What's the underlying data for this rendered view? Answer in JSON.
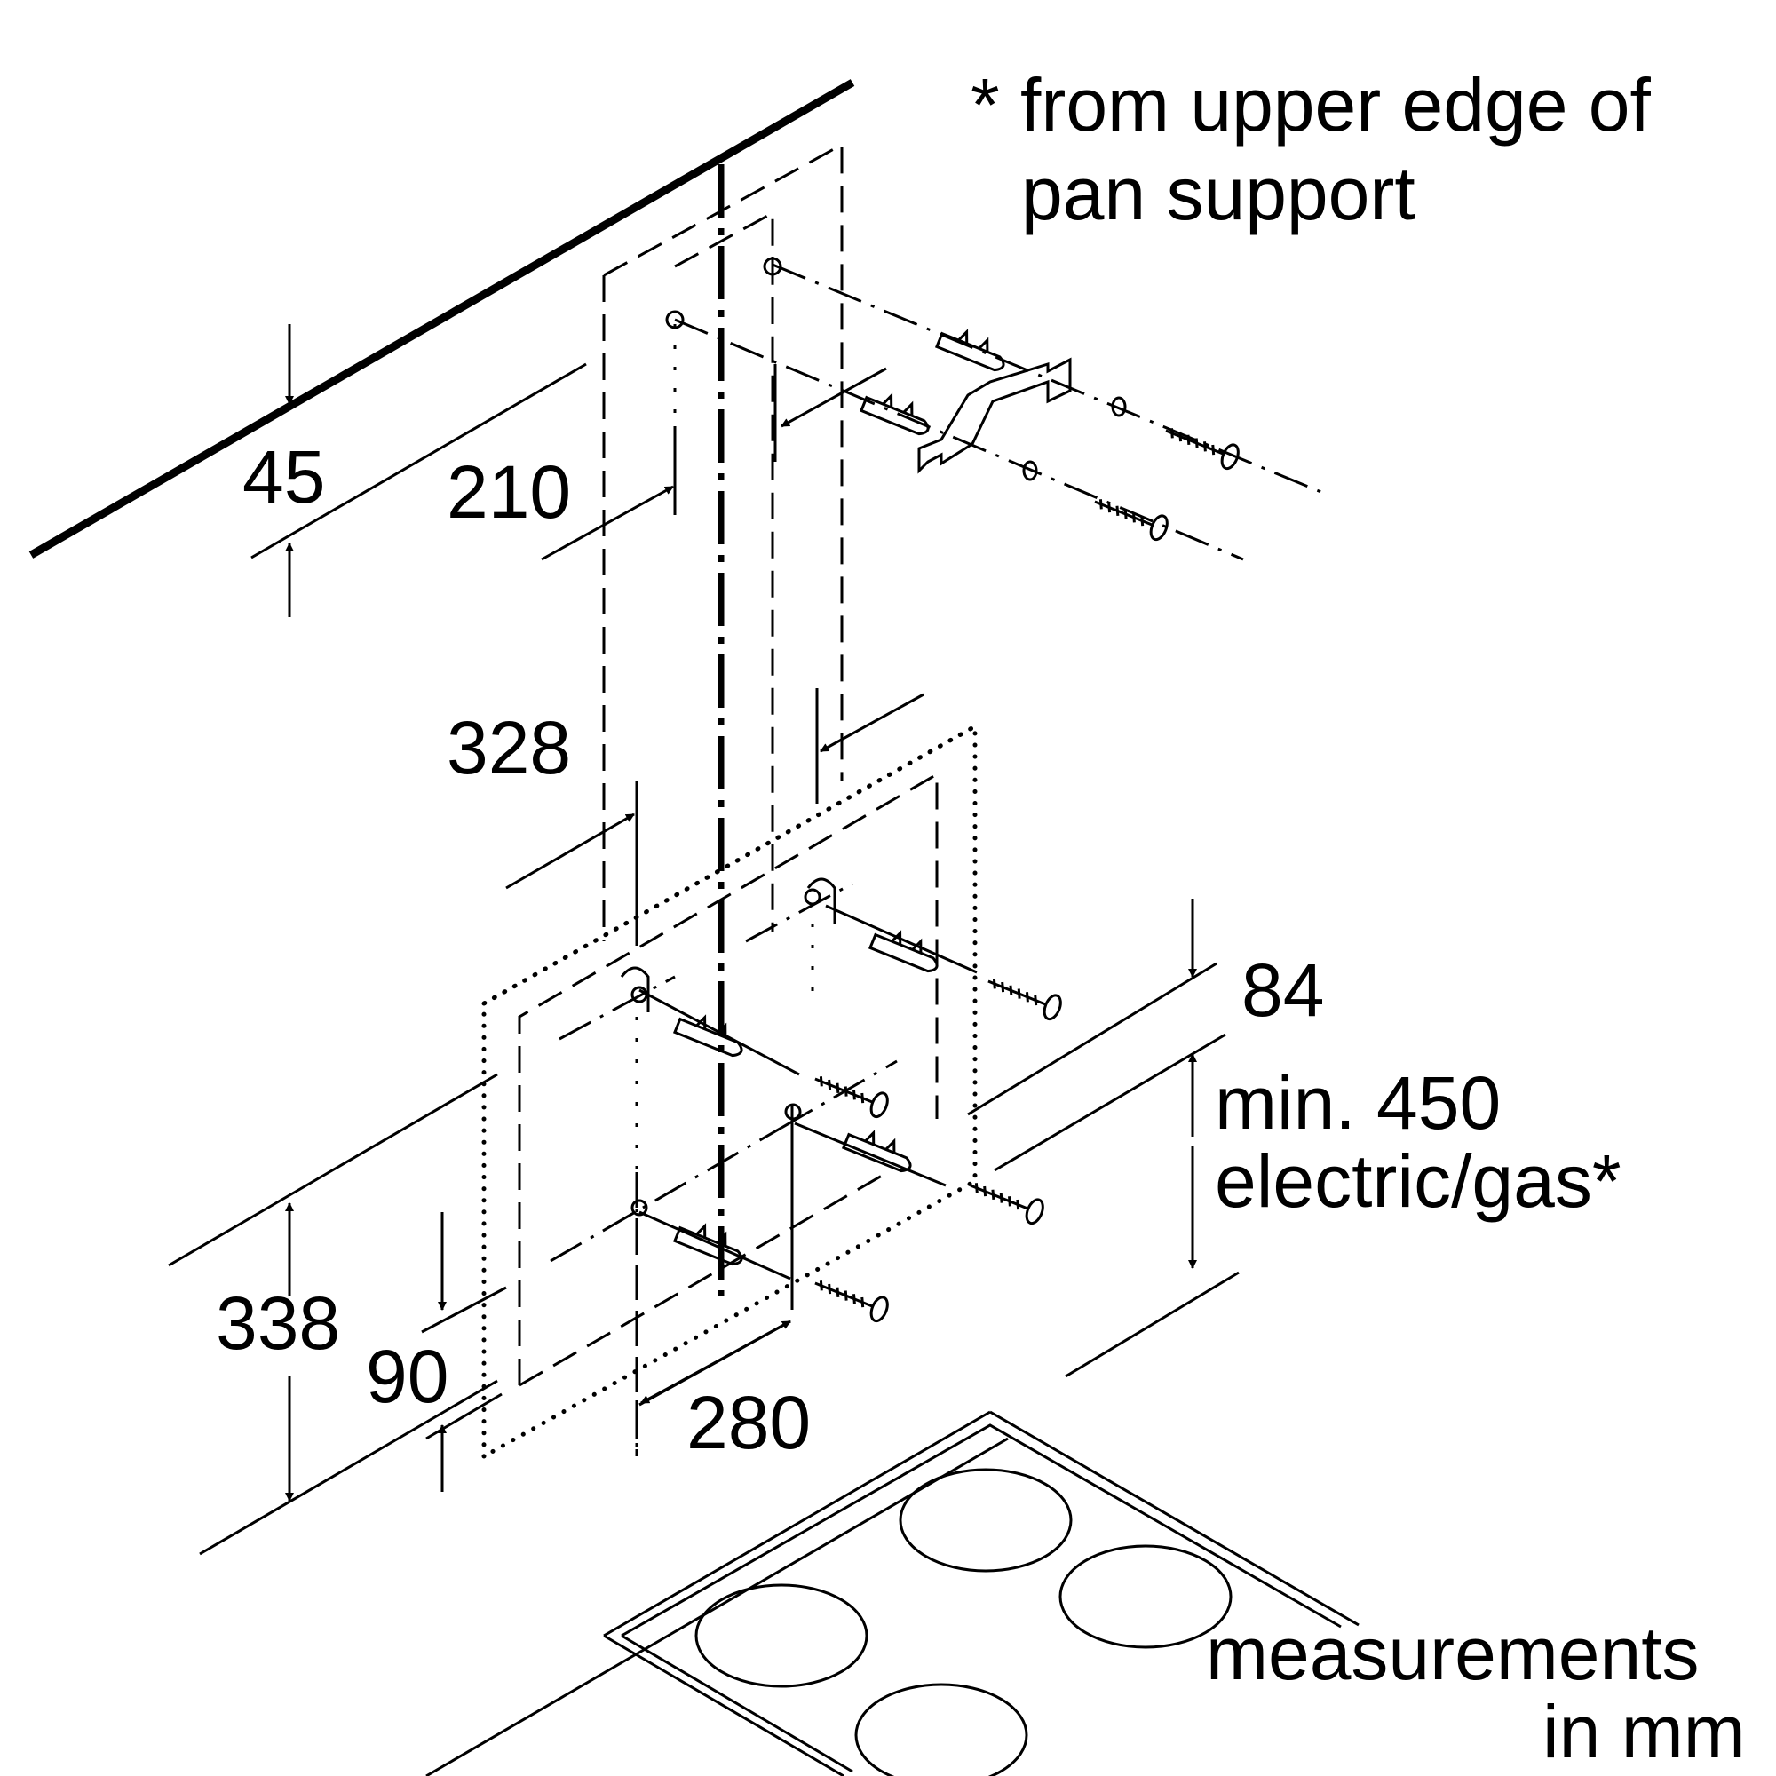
{
  "dimensions": {
    "d45": "45",
    "d210": "210",
    "d328": "328",
    "d84": "84",
    "d338": "338",
    "d90": "90",
    "d280": "280"
  },
  "notes": {
    "pan_support_line1": "* from upper edge of",
    "pan_support_line2": "pan support",
    "min_line1": "min. 450",
    "min_line2": "electric/gas*",
    "units_line1": "measurements",
    "units_line2": "in mm"
  }
}
